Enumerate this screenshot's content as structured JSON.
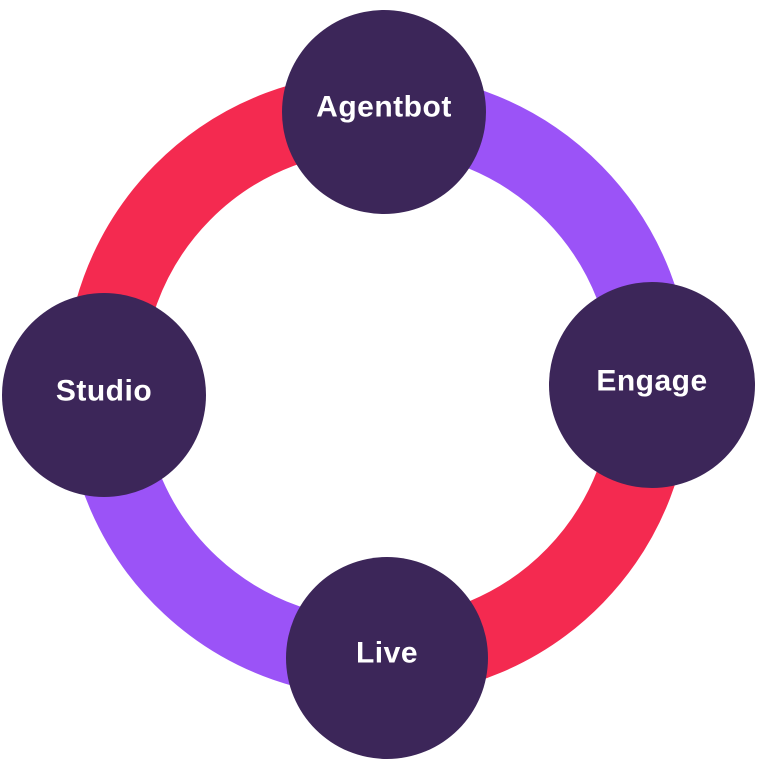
{
  "diagram": {
    "type": "circular-cycle-diagram",
    "nodes": {
      "agentbot": {
        "label": "Agentbot",
        "position": "top"
      },
      "engage": {
        "label": "Engage",
        "position": "right"
      },
      "live": {
        "label": "Live",
        "position": "bottom"
      },
      "studio": {
        "label": "Studio",
        "position": "left"
      }
    },
    "ring_segments": [
      {
        "from": "studio",
        "to": "agentbot",
        "quadrant": "top-left",
        "color_name": "red"
      },
      {
        "from": "agentbot",
        "to": "engage",
        "quadrant": "top-right",
        "color_name": "purple"
      },
      {
        "from": "engage",
        "to": "live",
        "quadrant": "bottom-right",
        "color_name": "red"
      },
      {
        "from": "live",
        "to": "studio",
        "quadrant": "bottom-left",
        "color_name": "purple"
      }
    ]
  },
  "colors": {
    "background": "#ffffff",
    "ring_red": "#f42a50",
    "ring_purple": "#9b53f7",
    "node_fill": "#3c2659",
    "label_text": "#ffffff"
  }
}
